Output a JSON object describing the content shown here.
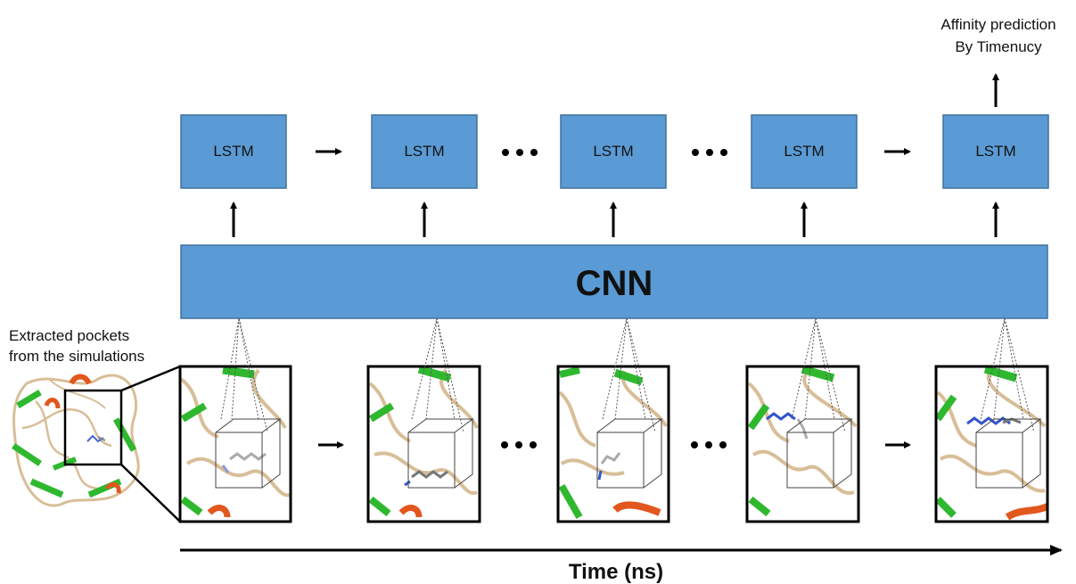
{
  "output_label": {
    "line1": "Affinity prediction",
    "line2": "By Timenucy"
  },
  "lstm_label": "LSTM",
  "cnn_label": "CNN",
  "pocket_label": {
    "line1": "Extracted pockets",
    "line2": "from the simulations"
  },
  "axis_label": "Time (ns)",
  "colors": {
    "block_fill": "#5B9BD5",
    "block_stroke": "#41719C",
    "helix": "#E2571D",
    "sheet": "#2EB82E",
    "coil": "#D8BE98"
  }
}
